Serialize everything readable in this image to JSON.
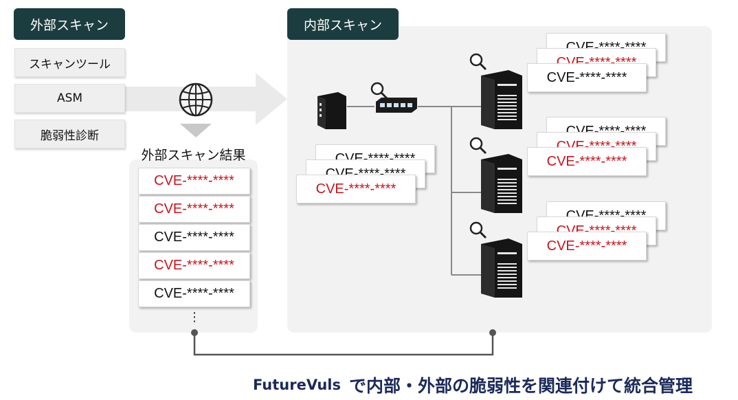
{
  "external": {
    "tag": "外部スキャン",
    "tools": [
      "スキャンツール",
      "ASM",
      "脆弱性診断"
    ],
    "result_title": "外部スキャン結果",
    "results": [
      {
        "text": "CVE-****-****",
        "color": "#c8141b"
      },
      {
        "text": "CVE-****-****",
        "color": "#c8141b"
      },
      {
        "text": "CVE-****-****",
        "color": "#111111"
      },
      {
        "text": "CVE-****-****",
        "color": "#c8141b"
      },
      {
        "text": "CVE-****-****",
        "color": "#111111"
      }
    ],
    "more": "⋮"
  },
  "internal": {
    "tag": "内部スキャン",
    "router_cves": [
      "CVE-****-****",
      "CVE-****-****",
      "CVE-****-****"
    ],
    "servers": [
      {
        "cves": [
          "CVE-****-****",
          "CVE-****-****",
          "CVE-****-****"
        ],
        "front_color": "#111111"
      },
      {
        "cves": [
          "CVE-****-****",
          "CVE-****-****",
          "CVE-****-****"
        ],
        "front_color": "#c8141b"
      },
      {
        "cves": [
          "CVE-****-****",
          "CVE-****-****",
          "CVE-****-****"
        ],
        "front_color": "#c8141b"
      }
    ]
  },
  "footer": {
    "brand": "FutureVuls",
    "tagline": "で内部・外部の脆弱性を関連付けて統合管理"
  },
  "colors": {
    "tag_bg": "#1b3d3f",
    "red": "#c8141b",
    "panel": "#f2f2f2",
    "line": "#888888"
  },
  "icons": [
    "globe-icon",
    "magnifier-icon",
    "server-icon",
    "router-icon",
    "network-switch-icon"
  ]
}
